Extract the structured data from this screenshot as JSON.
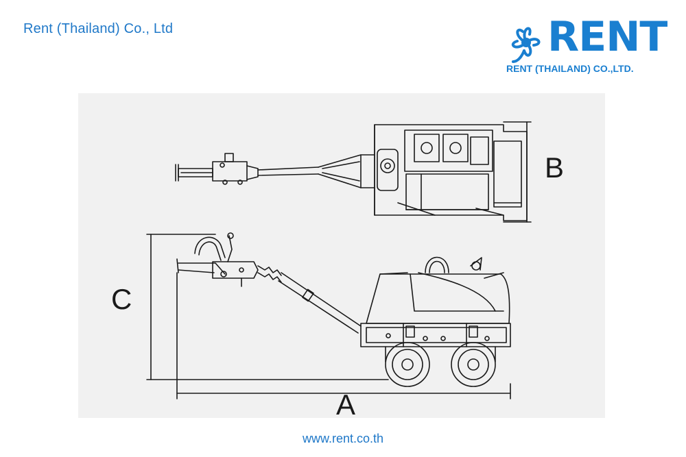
{
  "header": {
    "company_name": "Rent (Thailand) Co., Ltd"
  },
  "logo": {
    "wordmark": "RENT",
    "subtitle": "RENT (THAILAND) CO.,LTD.",
    "icon": "flower-icon",
    "color": "#1a7fd0"
  },
  "diagram": {
    "labels": {
      "a": "A",
      "b": "B",
      "c": "C"
    },
    "views": [
      "top-view",
      "side-view"
    ]
  },
  "footer": {
    "url": "www.rent.co.th"
  },
  "colors": {
    "brand_blue": "#1f78c8",
    "panel_bg": "#f1f1f1",
    "line": "#1a1a1a"
  }
}
